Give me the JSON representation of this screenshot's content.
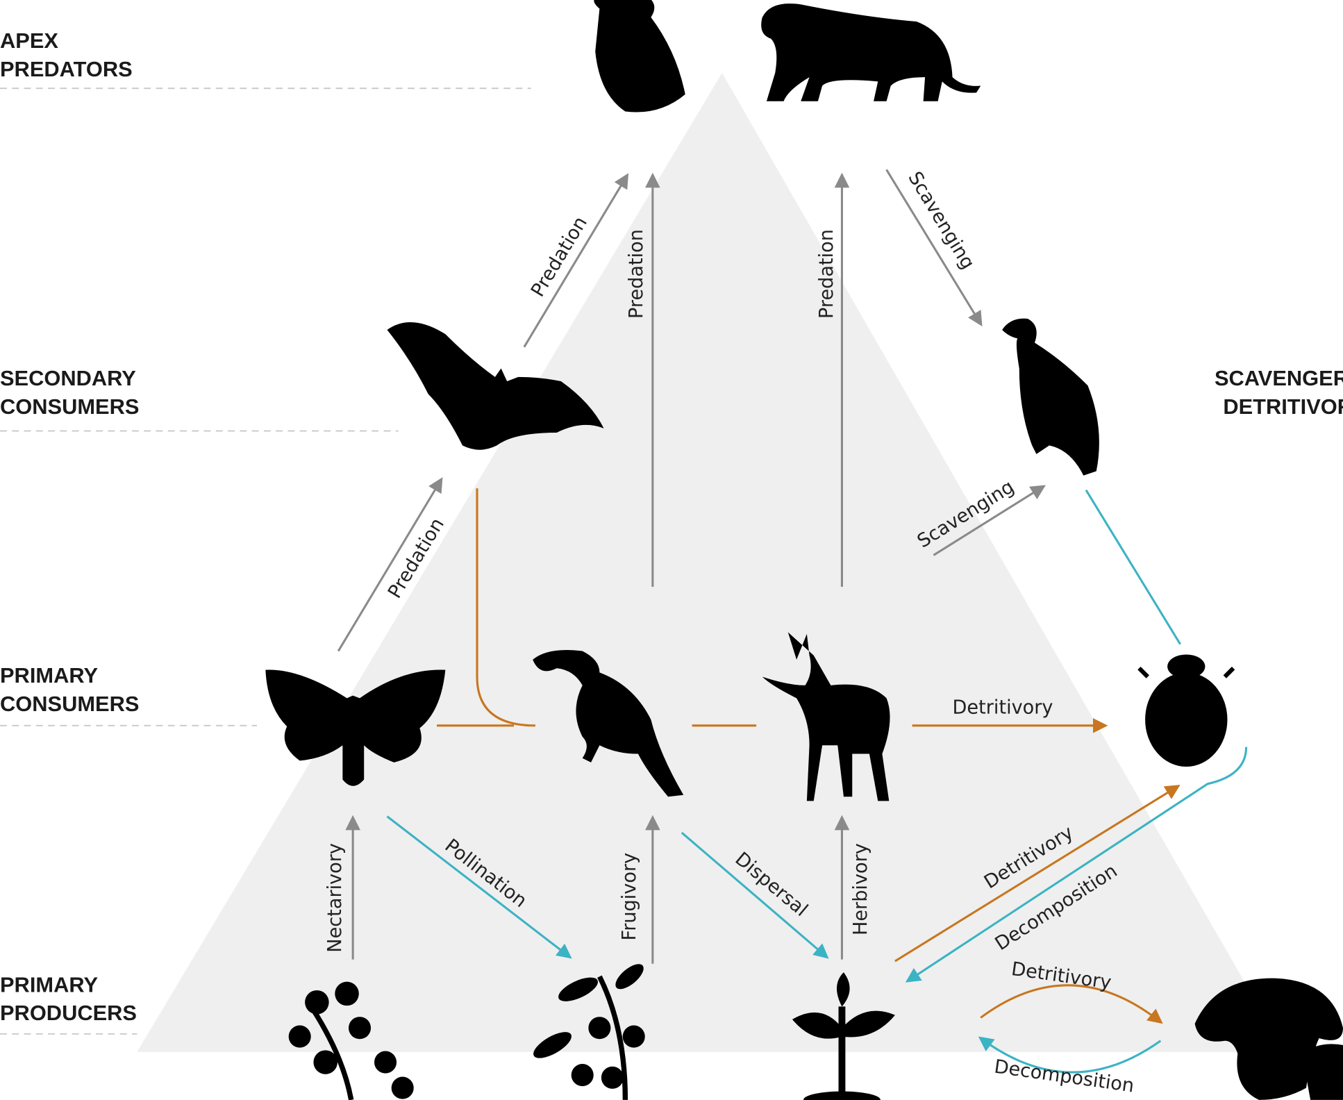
{
  "levels": {
    "apex": [
      "APEX",
      "PREDATORS"
    ],
    "secondary": [
      "SECONDARY",
      "CONSUMERS"
    ],
    "primary": [
      "PRIMARY",
      "CONSUMERS"
    ],
    "producers": [
      "PRIMARY",
      "PRODUCERS"
    ],
    "scavengers": [
      "SCAVENGERS",
      "DETRITIVORES"
    ]
  },
  "interactions": {
    "predation": "Predation",
    "scavenging": "Scavenging",
    "nectarivory": "Nectarivory",
    "frugivory": "Frugivory",
    "herbivory": "Herbivory",
    "pollination": "Pollination",
    "dispersal": "Dispersal",
    "detritivory": "Detritivory",
    "decomposition": "Decomposition"
  },
  "colors": {
    "predation": "#8a8a8a",
    "mutualism": "#3bb3c3",
    "detritus": "#c8761f",
    "pyramid": "#efefef"
  },
  "organisms": [
    "owl",
    "jaguar",
    "bat",
    "vulture",
    "moth",
    "toucan",
    "deer",
    "dung-beetle",
    "flowering-shrub",
    "berry-plant",
    "seedling",
    "mushroom"
  ]
}
